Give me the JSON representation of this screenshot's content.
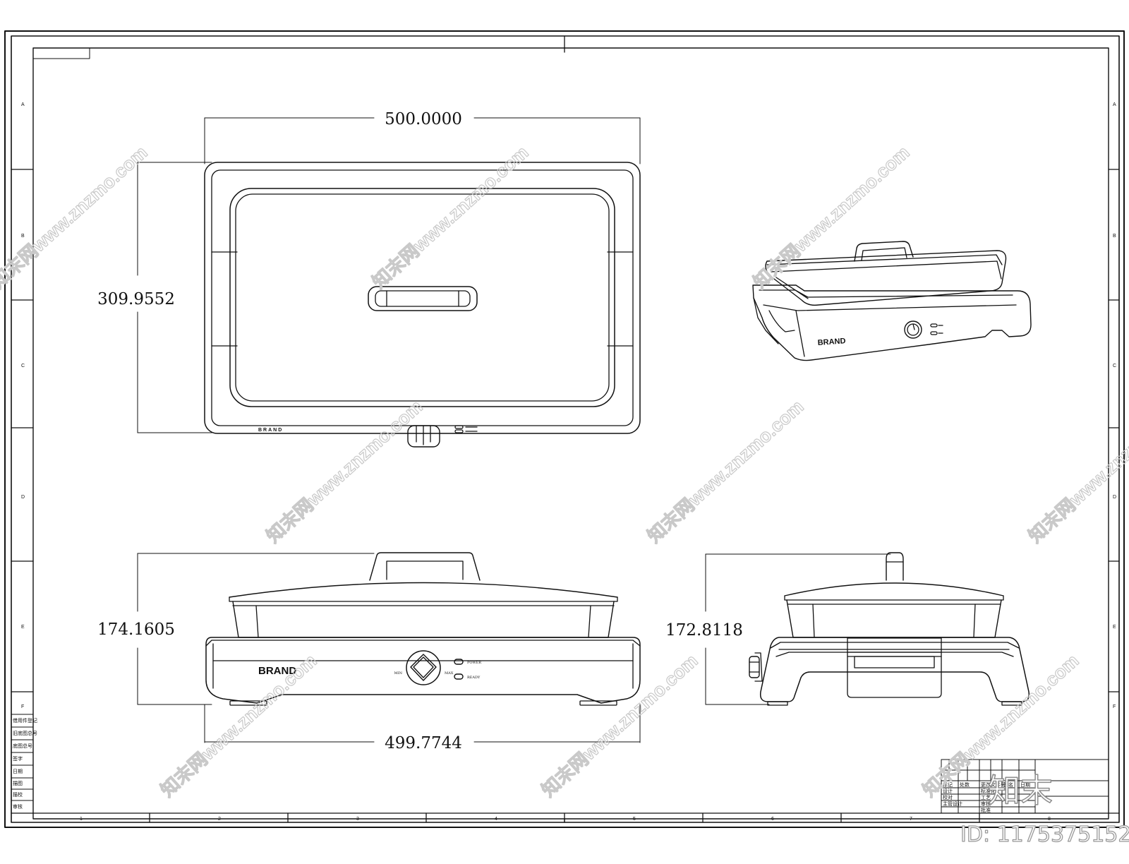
{
  "drawing": {
    "dimensions": {
      "top_width": "500.0000",
      "top_depth": "309.9552",
      "front_height": "174.1605",
      "side_height": "172.8118",
      "front_width": "499.7744"
    },
    "brand_labels": {
      "top_view": "BRAND",
      "front_view": "BRAND",
      "iso_view": "BRAND"
    },
    "indicator_labels": {
      "upper": "POWER",
      "lower": "READY"
    },
    "knob_labels": {
      "min": "MIN",
      "max": "MAX"
    },
    "frame": {
      "row_letters": [
        "A",
        "B",
        "C",
        "D",
        "E",
        "F"
      ],
      "column_numbers": [
        "1",
        "2",
        "3",
        "4",
        "5",
        "6",
        "7",
        "8"
      ]
    },
    "left_table": {
      "rows": [
        "借用件登记",
        "旧底图总号",
        "底图总号",
        "签字",
        "日期",
        "描图",
        "描校",
        "审核"
      ]
    },
    "title_block": {
      "rows": [
        [
          "标记",
          "处数",
          "更改文件号",
          "签名",
          "日期"
        ],
        [
          "设计",
          "",
          "标准化",
          "",
          ""
        ],
        [
          "校对",
          "",
          "工艺",
          "",
          ""
        ],
        [
          "主管设计",
          "",
          "审核",
          "",
          ""
        ],
        [
          "",
          "",
          "批准",
          "",
          ""
        ]
      ]
    },
    "watermark": {
      "text": "知末网www.znzmo.com",
      "logo": "知末",
      "id": "ID: 1175375152"
    }
  }
}
